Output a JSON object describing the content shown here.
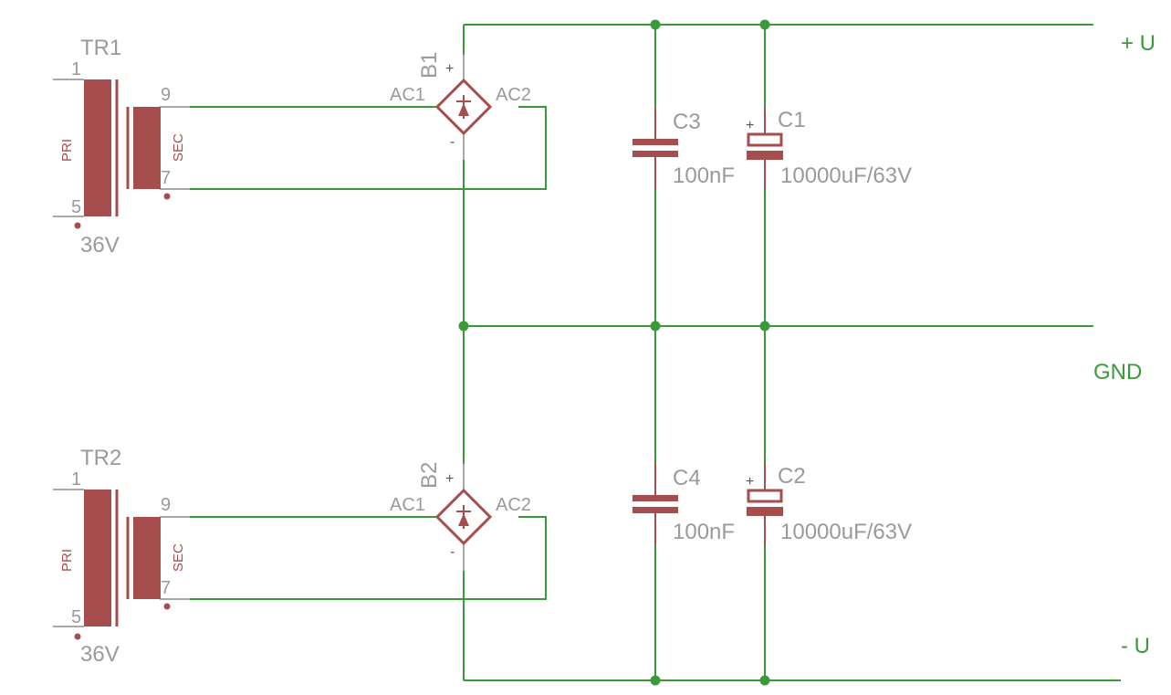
{
  "rails": {
    "pos": "+ U",
    "gnd": "GND",
    "neg": "- U"
  },
  "transformers": [
    {
      "name": "TR1",
      "value": "36V",
      "pin1": "1",
      "pin5": "5",
      "pin9": "9",
      "pin7": "7",
      "pri": "PRI",
      "sec": "SEC"
    },
    {
      "name": "TR2",
      "value": "36V",
      "pin1": "1",
      "pin5": "5",
      "pin9": "9",
      "pin7": "7",
      "pri": "PRI",
      "sec": "SEC"
    }
  ],
  "bridges": [
    {
      "name": "B1",
      "ac1": "AC1",
      "ac2": "AC2",
      "plus": "+",
      "minus": "-"
    },
    {
      "name": "B2",
      "ac1": "AC1",
      "ac2": "AC2",
      "plus": "+",
      "minus": "-"
    }
  ],
  "capacitors": [
    {
      "name": "C3",
      "value": "100nF"
    },
    {
      "name": "C1",
      "value": "10000uF/63V",
      "polarity": "+"
    },
    {
      "name": "C4",
      "value": "100nF"
    },
    {
      "name": "C2",
      "value": "10000uF/63V",
      "polarity": "+"
    }
  ],
  "colors": {
    "wire": "#3a9a3a",
    "part": "#a64d4d",
    "label": "#9a9a9a"
  }
}
